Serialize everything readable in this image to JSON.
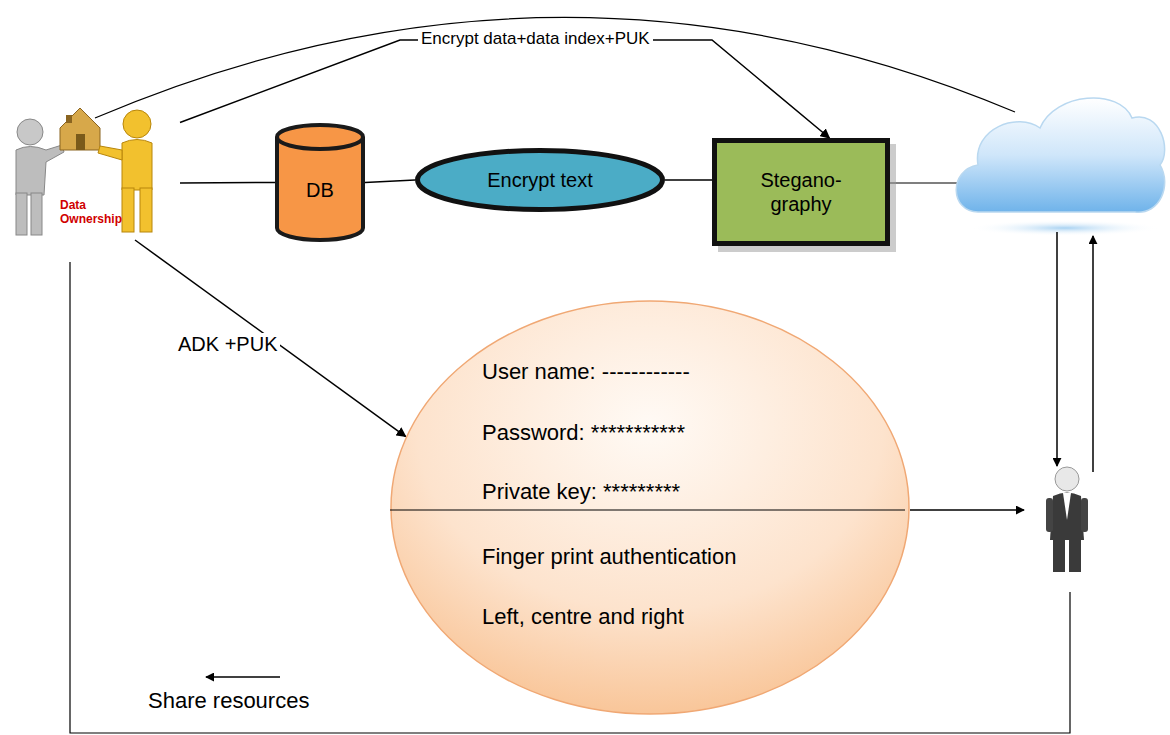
{
  "diagram": {
    "nodes": [
      {
        "text": [
          "Data Ownership"
        ]
      },
      {
        "text": [
          "DB"
        ]
      },
      {
        "text": [
          "Encrypt text"
        ]
      },
      {
        "text": [
          "Stegano- graphy"
        ]
      },
      {
        "text": [
          "User name: ------------",
          "Password: ***********",
          "Private key: *********",
          "Finger print authentication",
          "Left, centre and right"
        ]
      }
    ],
    "edges": [
      {
        "from": 0,
        "to": 3,
        "arrow": "to",
        "label": "Encrypt data+data index+PUK"
      },
      {
        "from": 0,
        "to": 1,
        "arrow": "none"
      },
      {
        "from": 1,
        "to": 2,
        "arrow": "none"
      },
      {
        "from": 2,
        "to": 3,
        "arrow": "none"
      },
      {
        "from": 0,
        "to": 4,
        "arrow": "to",
        "label": "ADK +PUK"
      }
    ],
    "labels": [
      "Share resources"
    ]
  }
}
